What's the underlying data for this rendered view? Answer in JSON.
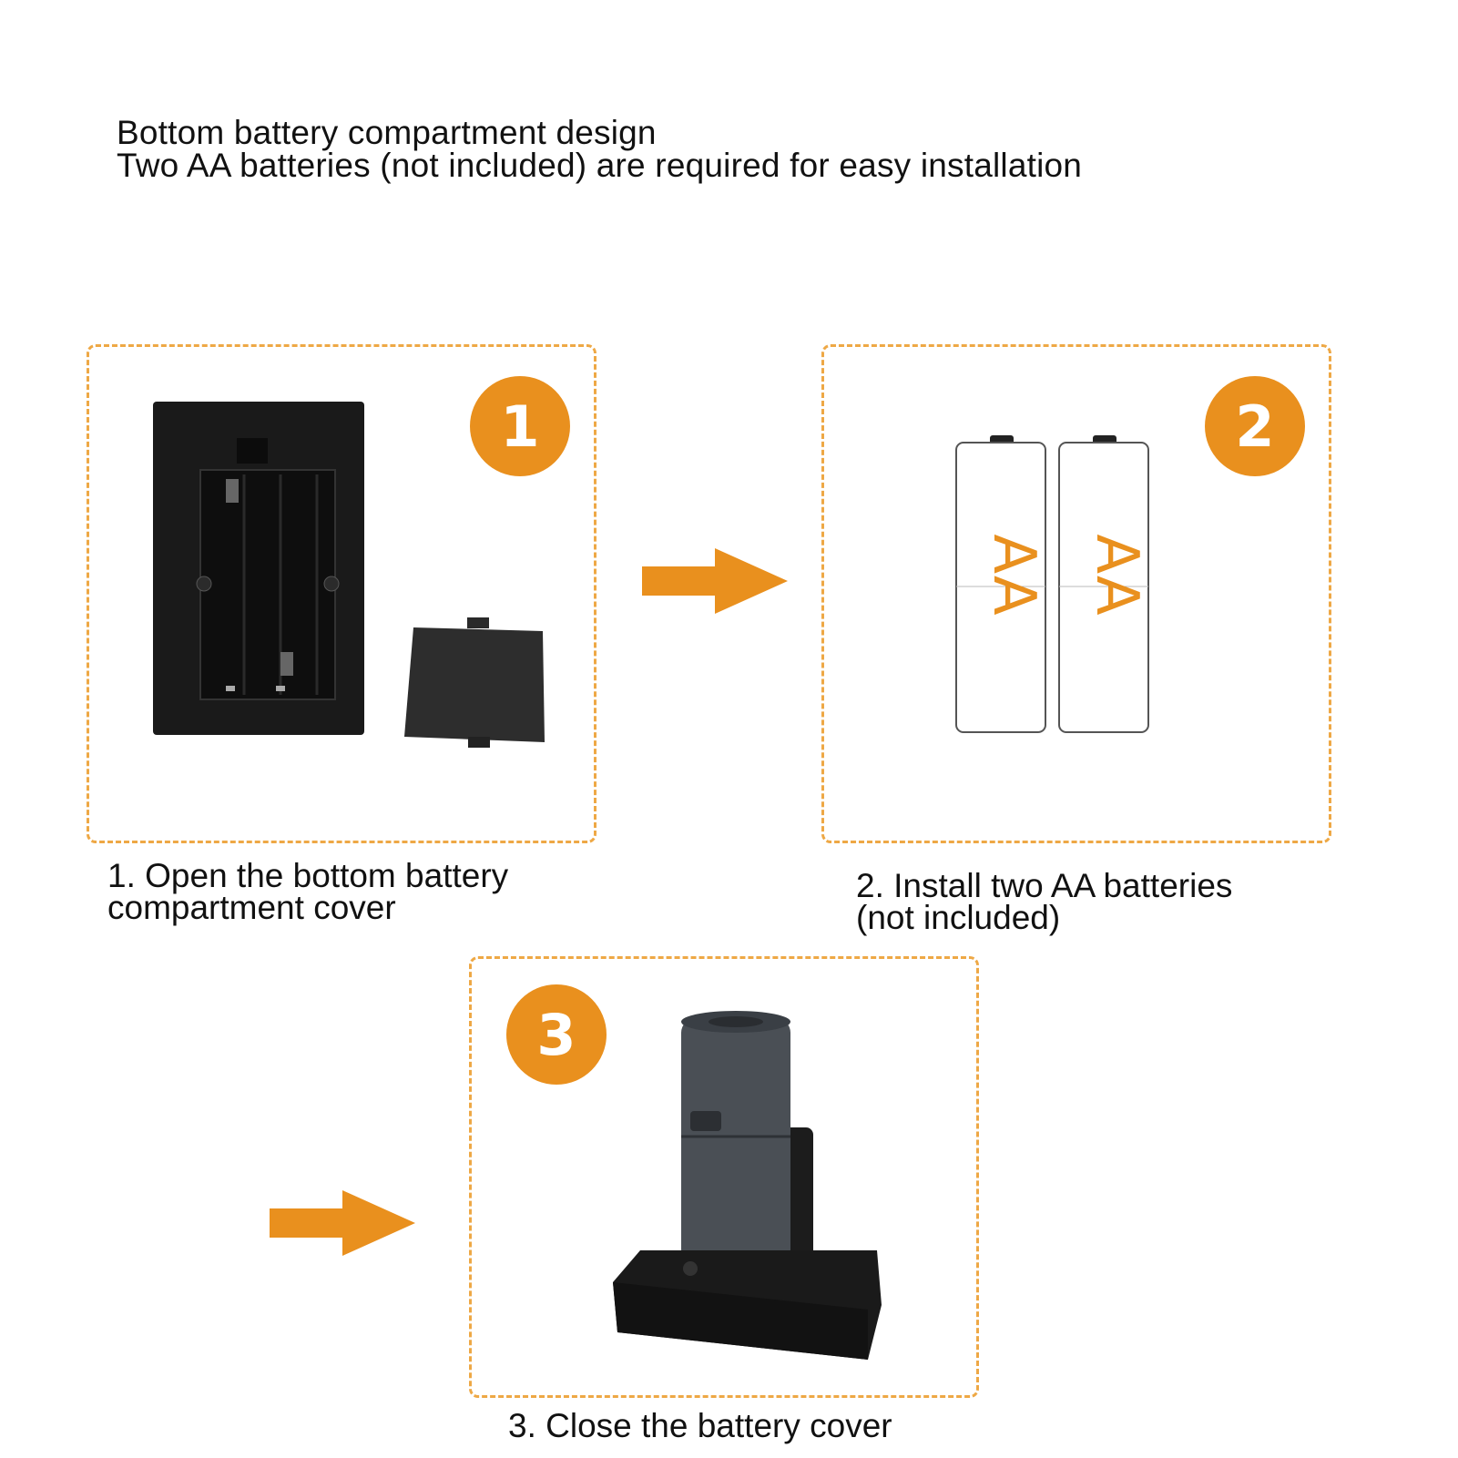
{
  "header": {
    "line1": "Bottom battery compartment design",
    "line2": "Two AA batteries (not included) are required for easy installation"
  },
  "steps": [
    {
      "badge": "1",
      "caption_line1": "1. Open the bottom battery",
      "caption_line2": "compartment cover",
      "image": "open-battery-compartment"
    },
    {
      "badge": "2",
      "caption_line1": "2. Install two AA batteries",
      "caption_line2": "(not included)",
      "image": "two-aa-batteries",
      "battery_labels": [
        "AA",
        "AA"
      ]
    },
    {
      "badge": "3",
      "caption_line1": "3. Close the battery cover",
      "image": "assembled-pump-on-stand"
    }
  ],
  "colors": {
    "accent": "#e9901e",
    "dashed_border": "#eea845",
    "device": "#1c1c1c",
    "pump_body": "#4a4f55"
  },
  "icons": [
    "arrow-right-icon",
    "arrow-right-icon"
  ]
}
